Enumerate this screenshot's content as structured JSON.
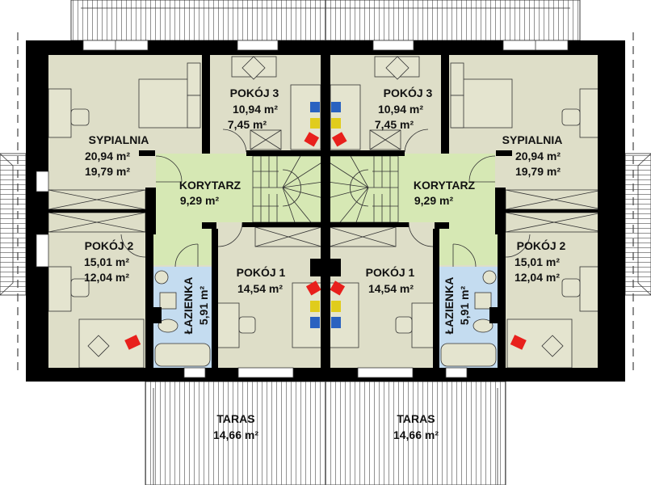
{
  "colors": {
    "room": "#dedec8",
    "corridor": "#d6e8b4",
    "bathroom": "#c4dcf0",
    "wall": "#000000",
    "accent_red": "#e8201c",
    "accent_yellow": "#e0cc1c",
    "accent_blue": "#2a62c0"
  },
  "left": {
    "sypialnia": {
      "name": "SYPIALNIA",
      "area": "20,94 m²",
      "area2": "19,79 m²"
    },
    "korytarz": {
      "name": "KORYTARZ",
      "area": "9,29 m²"
    },
    "pokoj3": {
      "name": "POKÓJ 3",
      "area": "10,94 m²",
      "area2": "7,45 m²"
    },
    "pokoj2": {
      "name": "POKÓJ 2",
      "area": "15,01 m²",
      "area2": "12,04 m²"
    },
    "pokoj1": {
      "name": "POKÓJ 1",
      "area": "14,54 m²"
    },
    "lazienka": {
      "name": "ŁAZIENKA",
      "area": "5,91 m²"
    },
    "taras": {
      "name": "TARAS",
      "area": "14,66 m²"
    }
  },
  "right": {
    "sypialnia": {
      "name": "SYPIALNIA",
      "area": "20,94 m²",
      "area2": "19,79 m²"
    },
    "korytarz": {
      "name": "KORYTARZ",
      "area": "9,29 m²"
    },
    "pokoj3": {
      "name": "POKÓJ 3",
      "area": "10,94 m²",
      "area2": "7,45 m²"
    },
    "pokoj2": {
      "name": "POKÓJ 2",
      "area": "15,01 m²",
      "area2": "12,04 m²"
    },
    "pokoj1": {
      "name": "POKÓJ 1",
      "area": "14,54 m²"
    },
    "lazienka": {
      "name": "ŁAZIENKA",
      "area": "5,91 m²"
    },
    "taras": {
      "name": "TARAS",
      "area": "14,66 m²"
    }
  }
}
